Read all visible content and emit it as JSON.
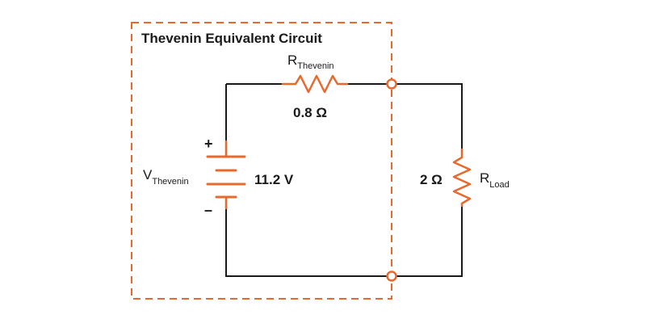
{
  "colors": {
    "accent": "#E8692E",
    "wire": "#1a1a1a"
  },
  "diagram": {
    "title": "Thevenin Equivalent Circuit",
    "r_thevenin": {
      "name": "R",
      "subscript": "Thevenin",
      "value": "0.8 Ω"
    },
    "v_thevenin": {
      "name": "V",
      "subscript": "Thevenin",
      "value": "11.2 V",
      "positive_sign": "+",
      "negative_sign": "–"
    },
    "r_load": {
      "name": "R",
      "subscript": "Load",
      "value": "2 Ω"
    }
  }
}
